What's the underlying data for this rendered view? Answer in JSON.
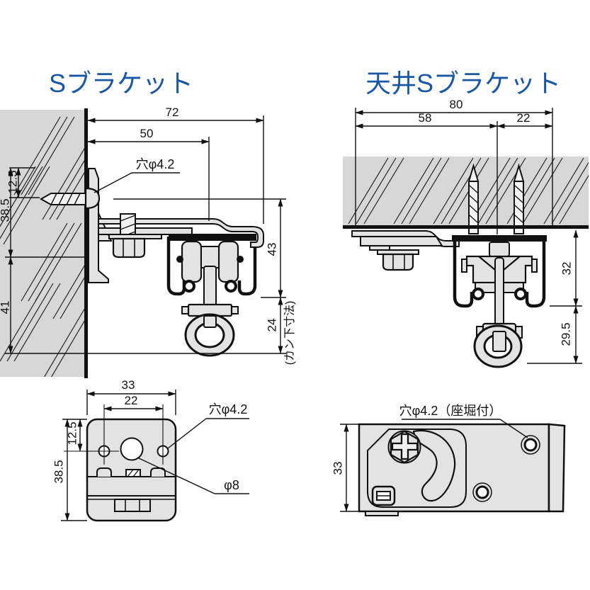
{
  "titles": {
    "left": "Sブラケット",
    "right": "天井Sブラケット"
  },
  "colors": {
    "title_blue": "#1a57a3",
    "wall_gray": "#d7d7d7",
    "part_gray": "#e3e3e3",
    "outline": "#111111"
  },
  "left_view": {
    "name": "S bracket side view",
    "dims": {
      "total_width": "72",
      "inner_width": "50",
      "hole_offset": "12.5",
      "plate_height": "38.5",
      "below_plate": "41",
      "rail_height": "43",
      "ring_drop": "24"
    },
    "labels": {
      "hole": "穴φ4.2",
      "ring_note": "(カン下寸法)"
    }
  },
  "right_view": {
    "name": "Ceiling S bracket side view",
    "dims": {
      "total_width": "80",
      "inner_width": "58",
      "side_width": "22",
      "rail_height": "32",
      "ring_drop": "29.5"
    }
  },
  "left_plan": {
    "name": "S bracket plan view",
    "dims": {
      "width": "33",
      "hole_pitch": "22",
      "hole_offset": "12.5",
      "height": "38.5"
    },
    "labels": {
      "hole": "穴φ4.2",
      "center_hole": "φ8"
    }
  },
  "right_plan": {
    "name": "Ceiling S bracket plan view",
    "dims": {
      "height": "33"
    },
    "labels": {
      "hole": "穴φ4.2（座堀付）"
    }
  }
}
